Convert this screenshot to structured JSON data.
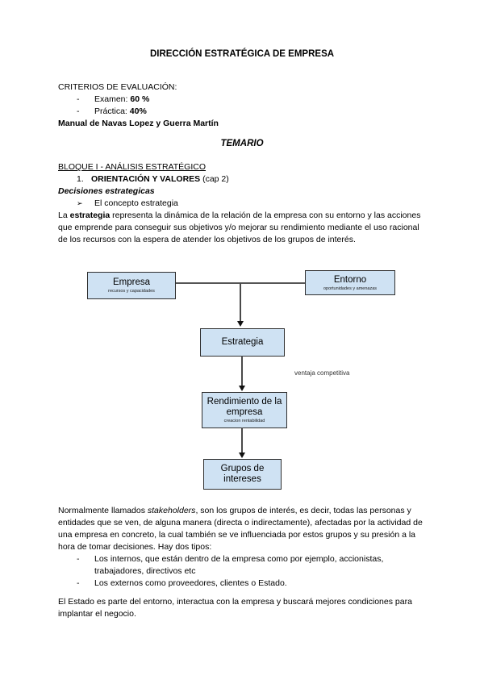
{
  "doc": {
    "title": "DIRECCIÓN ESTRATÉGICA DE EMPRESA",
    "section_title": "TEMARIO"
  },
  "criteria": {
    "heading": "CRITERIOS DE EVALUACIÓN:",
    "dash": "-",
    "items": [
      {
        "label": "Examen:",
        "value": "60 %"
      },
      {
        "label": "Práctica:",
        "value": "40%"
      }
    ],
    "manual": "Manual de Navas Lopez y Guerra Martín"
  },
  "outline": {
    "bloque": "BLOQUE I - ANÁLISIS ESTRATÉGICO",
    "item_number": "1.",
    "item_title": "ORIENTACIÓN Y VALORES",
    "item_suffix": " (cap 2)",
    "subheading": "Decisiones estrategicas",
    "bullet_icon": "➢",
    "bullet_text": "El concepto estrategia"
  },
  "body": {
    "intro_pre": "La ",
    "intro_bold": "estrategia",
    "intro_rest": " representa la dinámica de la relación de la empresa con su entorno y las acciones que emprende para conseguir sus objetivos y/o mejorar su rendimiento mediante el uso racional de los recursos con la espera de atender los objetivos de los grupos de interés.",
    "stakeholders_pre": "Normalmente llamados ",
    "stakeholders_italic": "stakeholders",
    "stakeholders_rest": ", son los grupos de interés, es decir, todas las personas y entidades que se ven, de alguna manera (directa o indirectamente), afectadas por la actividad de una empresa en concreto, la cual también se ve influenciada por estos grupos y su presión a la hora de tomar decisiones. Hay dos tipos:",
    "types": [
      "Los internos, que están dentro de la empresa como por ejemplo, accionistas, trabajadores, directivos etc",
      "Los externos como proveedores, clientes o Estado."
    ],
    "closing": "El Estado es parte del entorno, interactua con la empresa y buscará mejores condiciones para implantar el negocio."
  },
  "diagram": {
    "boxes": {
      "empresa": {
        "label": "Empresa",
        "sub": "recursos y capacidades"
      },
      "entorno": {
        "label": "Entorno",
        "sub": "oportunidades y amenazas"
      },
      "estrategia": {
        "label": "Estrategia"
      },
      "rendimiento": {
        "label": "Rendimiento de la empresa",
        "sub": "creacion rentabilidad"
      },
      "grupos": {
        "label": "Grupos de intereses"
      }
    },
    "annotation": "ventaja competitiva",
    "colors": {
      "box_fill": "#cfe2f3",
      "box_border": "#2f2f2f",
      "line": "#4a4a4a"
    }
  }
}
